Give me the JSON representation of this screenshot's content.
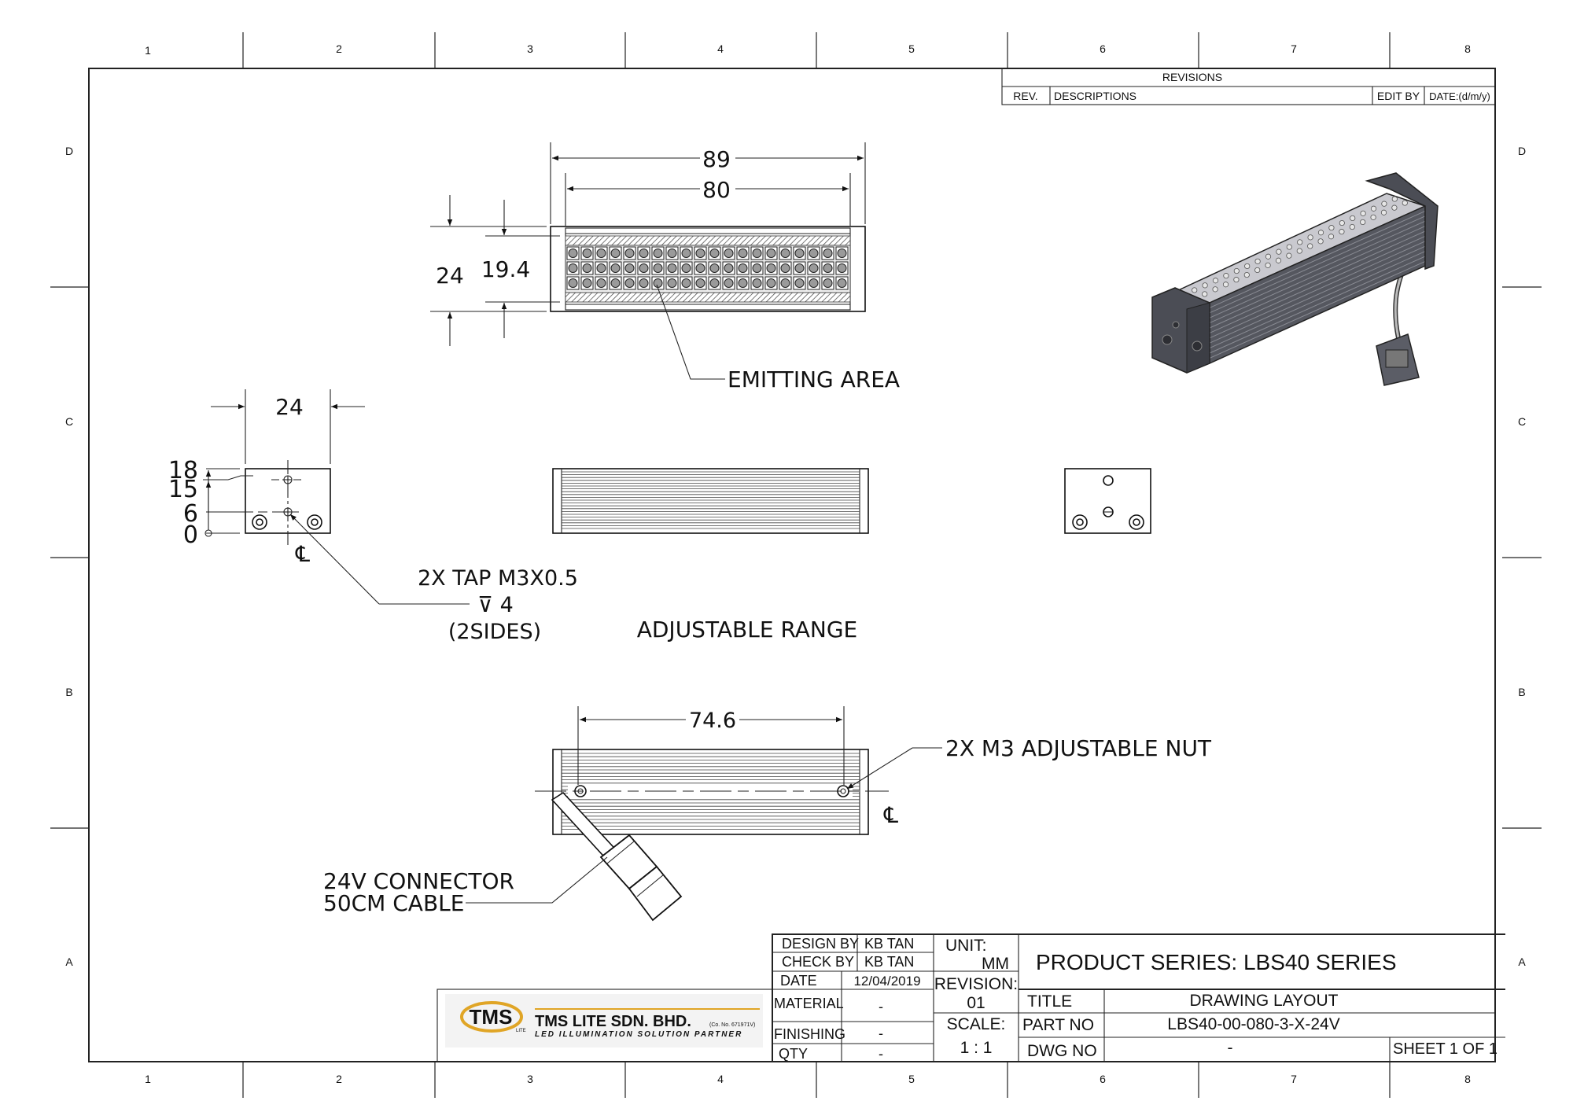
{
  "zones": {
    "columns": [
      "1",
      "2",
      "3",
      "4",
      "5",
      "6",
      "7",
      "8"
    ],
    "rows": [
      "D",
      "C",
      "B",
      "A"
    ]
  },
  "revisions": {
    "title": "REVISIONS",
    "headers": [
      "REV.",
      "DESCRIPTIONS",
      "EDIT BY",
      "DATE:(d/m/y)"
    ]
  },
  "views": {
    "top": {
      "dim_overall_length": "89",
      "dim_emitting_length": "80",
      "dim_height": "24",
      "dim_emitting_height": "19.4",
      "callout_emitting": "EMITTING AREA"
    },
    "end": {
      "dim_width": "24",
      "ordinates": [
        "18",
        "15",
        "6",
        "0"
      ],
      "centerline": "℄",
      "tap_note": [
        "2X TAP M3X0.5",
        "⊽ 4",
        "(2SIDES)"
      ]
    },
    "side": {
      "label": "ADJUSTABLE RANGE"
    },
    "bottom": {
      "dim_nut_spacing": "74.6",
      "callout_nut": "2X M3 ADJUSTABLE NUT",
      "centerline": "℄",
      "callout_connector": [
        "24V CONNECTOR",
        "50CM CABLE"
      ]
    }
  },
  "company": {
    "logo_text": "TMS",
    "logo_subtext": "LITE",
    "name": "TMS LITE SDN. BHD.",
    "reg_no": "(Co. No. 671971V)",
    "tagline": "LED ILLUMINATION SOLUTION PARTNER",
    "accent_color": "#e0a526",
    "logo_color": "#2b2160"
  },
  "title_block": {
    "design_by_label": "DESIGN BY",
    "design_by": "KB TAN",
    "check_by_label": "CHECK BY",
    "check_by": "KB TAN",
    "date_label": "DATE",
    "date": "12/04/2019",
    "material_label": "MATERIAL",
    "material": "-",
    "finishing_label": "FINISHING",
    "finishing": "-",
    "qty_label": "QTY",
    "qty": "-",
    "unit_label": "UNIT:",
    "unit": "MM",
    "revision_label": "REVISION:",
    "revision": "01",
    "scale_label": "SCALE:",
    "scale": "1 : 1",
    "product_series": "PRODUCT SERIES: LBS40 SERIES",
    "title_label": "TITLE",
    "title": "DRAWING LAYOUT",
    "part_no_label": "PART NO",
    "part_no": "LBS40-00-080-3-X-24V",
    "dwg_no_label": "DWG NO",
    "dwg_no": "-",
    "sheet": "SHEET 1 OF 1"
  }
}
